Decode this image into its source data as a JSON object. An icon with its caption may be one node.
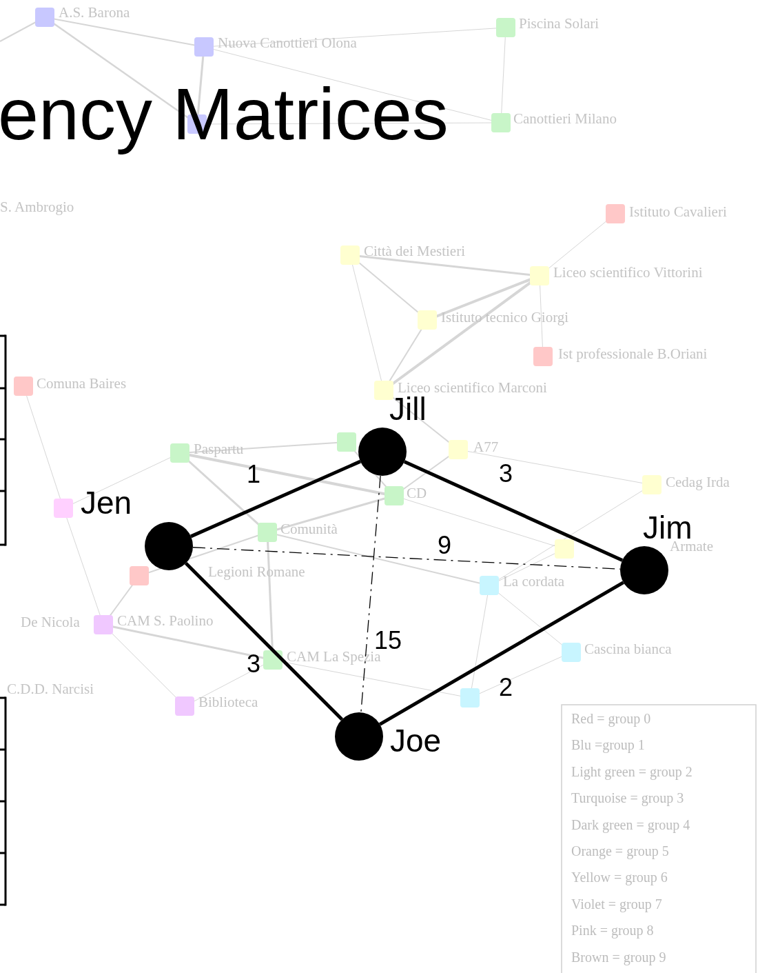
{
  "diagram": {
    "title": "ency Matrices",
    "nodes": [
      {
        "text": [],
        "shape": "circle",
        "beside": [
          "Jill"
        ]
      },
      {
        "text": [],
        "shape": "circle",
        "beside": [
          "Jen"
        ]
      },
      {
        "text": [],
        "shape": "circle",
        "beside": [
          "Jim"
        ]
      },
      {
        "text": [],
        "shape": "circle",
        "beside": [
          "Joe"
        ]
      }
    ],
    "edges": [
      {
        "from": 1,
        "to": 0,
        "arrow": "none",
        "label": "1"
      },
      {
        "from": 0,
        "to": 2,
        "arrow": "none",
        "label": "3"
      },
      {
        "from": 1,
        "to": 2,
        "arrow": "none",
        "label": "9",
        "style": "dashed"
      },
      {
        "from": 0,
        "to": 3,
        "arrow": "none",
        "label": "15",
        "style": "dashed"
      },
      {
        "from": 1,
        "to": 3,
        "arrow": "none",
        "label": "3"
      },
      {
        "from": 3,
        "to": 2,
        "arrow": "none",
        "label": "2"
      }
    ],
    "labels": [
      "A.S. Barona",
      "Piscina Solari",
      "Nuova Canottieri Olona",
      "Canottieri Milano",
      "S. Ambrogio",
      "Istituto Cavalieri",
      "Città dei Mestieri",
      "Liceo scientifico Vittorini",
      "Istituto tecnico Giorgi",
      "Ist professionale B.Oriani",
      "Comuna Baires",
      "Liceo scientifico Marconi",
      "Paspartu",
      "A77",
      "CD",
      "Cedag Irda",
      "Comunità",
      "Armate",
      "Legioni Romane",
      "La cordata",
      "De Nicola",
      "CAM S. Paolino",
      "Cascina bianca",
      "CAM La Spezia",
      "C.D.D. Narcisi",
      "Biblioteca",
      "Red = group 0",
      "Blu =group 1",
      "Light green = group 2",
      "Turquoise = group 3",
      "Dark green = group 4",
      "Orange = group 5",
      "Yellow = group 6",
      "Violet = group 7",
      "Pink = group 8",
      "Brown = group 9"
    ]
  }
}
